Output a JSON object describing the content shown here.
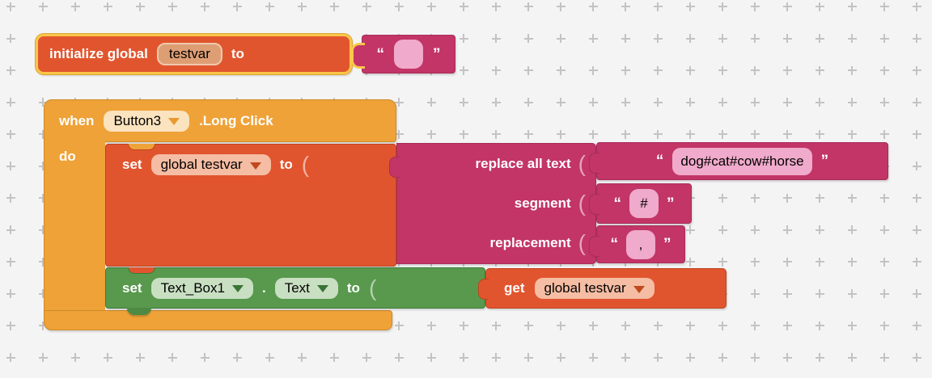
{
  "workspace": {
    "background_color": "#f4f4f5",
    "grid_plus_color": "#c3c3c3"
  },
  "palette": {
    "variable_orange": "#e1552e",
    "variable_orange_border": "#bc431f",
    "event_orange": "#efa238",
    "event_orange_border": "#cd8a28",
    "text_magenta": "#c23566",
    "text_magenta_border": "#a82c59",
    "setter_green": "#58994d",
    "setter_green_border": "#3e7b36",
    "selection_yellow": "#fbc64a",
    "text_field_pink": "#f0aacb",
    "dropdown_field_salmon": "#f5bda3",
    "dropdown_field_cream": "#fae3be",
    "dropdown_field_light_green": "#c9dfc2",
    "name_field_tan": "#de9e74"
  },
  "blocks": {
    "init_var": {
      "label_initialize": "initialize global",
      "name": "testvar",
      "label_to": "to"
    },
    "init_value": {
      "open_quote": "“",
      "value": "",
      "close_quote": "”"
    },
    "when_event": {
      "label_when": "when",
      "component": "Button3",
      "event": ".Long Click",
      "label_do": "do"
    },
    "set_var": {
      "label_set": "set",
      "variable": "global testvar",
      "label_to": "to"
    },
    "replace_all": {
      "label_text": "replace all text",
      "label_segment": "segment",
      "label_replacement": "replacement"
    },
    "text_value": {
      "open_quote": "“",
      "value": "dog#cat#cow#horse",
      "close_quote": "”"
    },
    "segment_value": {
      "open_quote": "“",
      "value": "#",
      "close_quote": "”"
    },
    "replacement_value": {
      "open_quote": "“",
      "value": ",",
      "close_quote": "”"
    },
    "set_prop": {
      "label_set": "set",
      "component": "Text_Box1",
      "dot": ".",
      "property": "Text",
      "label_to": "to"
    },
    "get_var": {
      "label_get": "get",
      "variable": "global testvar"
    }
  }
}
